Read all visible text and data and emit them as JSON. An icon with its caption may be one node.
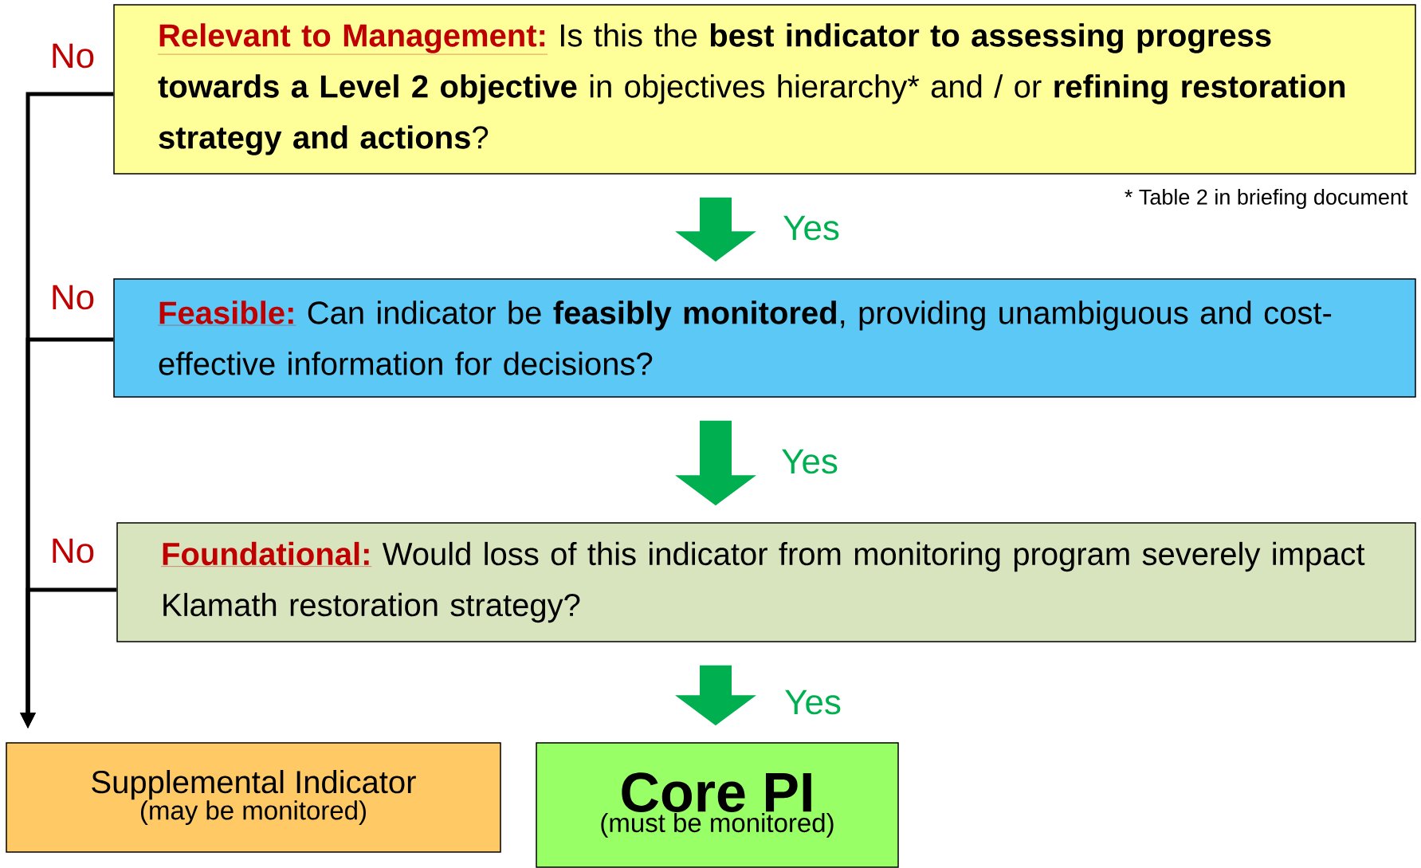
{
  "diagram": {
    "nodes": [
      {
        "text": [
          "Relevant to Management:",
          "Is this the **best indicator to assessing progress towards a Level 2 objective** in objectives hierarchy* and / or **refining restoration strategy and actions**?"
        ],
        "beside": [
          "* Table 2 in briefing document"
        ]
      },
      {
        "text": [
          "Feasible:",
          "Can indicator be **feasibly monitored**, providing unambiguous and cost-effective information for decisions?"
        ]
      },
      {
        "text": [
          "Foundational:",
          "Would loss of this indicator from monitoring program severely impact Klamath restoration strategy?"
        ]
      },
      {
        "text": [
          "Supplemental Indicator",
          "(may be monitored)"
        ]
      },
      {
        "text": [
          "Core PI",
          "(must be monitored)"
        ]
      }
    ],
    "edges": [
      {
        "from": 0,
        "to": 1,
        "arrow": "to",
        "label": "Yes",
        "style": "thick",
        "color": "#00b050"
      },
      {
        "from": 1,
        "to": 2,
        "arrow": "to",
        "label": "Yes",
        "style": "thick",
        "color": "#00b050"
      },
      {
        "from": 2,
        "to": 4,
        "arrow": "to",
        "label": "Yes",
        "style": "thick",
        "color": "#00b050"
      },
      {
        "from": 0,
        "to": 3,
        "arrow": "to",
        "label": "No",
        "color": "#000000"
      },
      {
        "from": 1,
        "to": 3,
        "arrow": "to",
        "label": "No",
        "color": "#000000"
      },
      {
        "from": 2,
        "to": 3,
        "arrow": "to",
        "label": "No",
        "color": "#000000"
      }
    ]
  }
}
